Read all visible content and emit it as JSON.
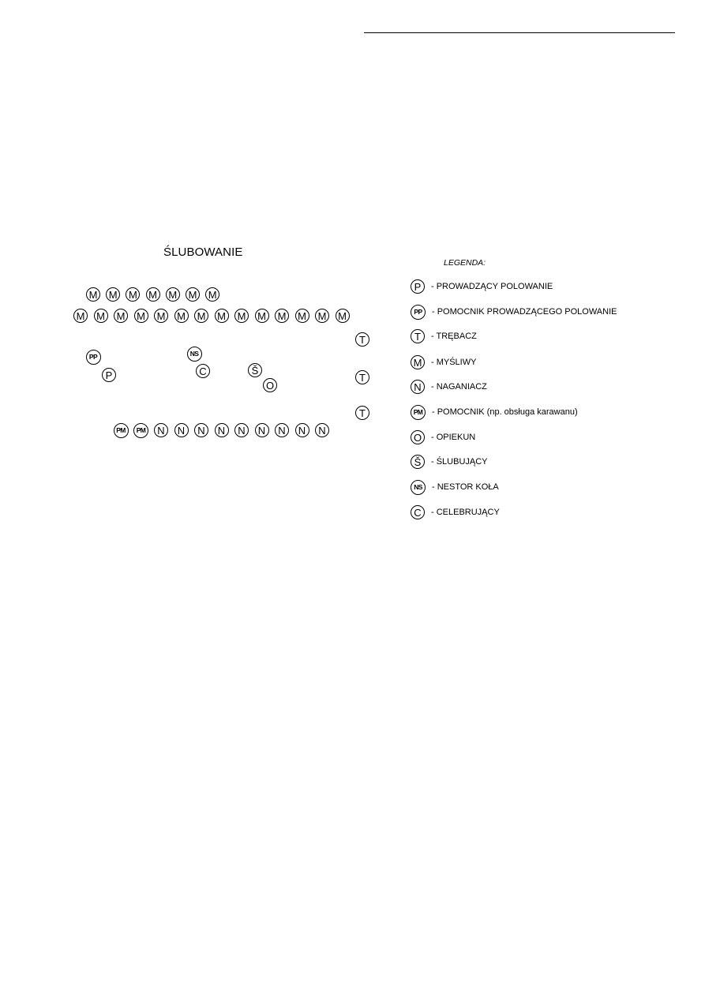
{
  "title": "ŚLUBOWANIE",
  "legend": {
    "heading": "LEGENDA:",
    "items": [
      {
        "symbol": "P",
        "label": "- PROWADZĄCY POLOWANIE"
      },
      {
        "symbol": "PP",
        "label": "- POMOCNIK PROWADZĄCEGO POLOWANIE"
      },
      {
        "symbol": "T",
        "label": "- TRĘBACZ"
      },
      {
        "symbol": "M",
        "label": "- MYŚLIWY"
      },
      {
        "symbol": "N",
        "label": "- NAGANIACZ"
      },
      {
        "symbol": "PM",
        "label": "- POMOCNIK (np. obsługa karawanu)"
      },
      {
        "symbol": "O",
        "label": "- OPIEKUN"
      },
      {
        "symbol": "Š",
        "label": "- ŚLUBUJĄCY"
      },
      {
        "symbol": "NS",
        "label": "- NESTOR KOŁA"
      },
      {
        "symbol": "C",
        "label": "- CELEBRUJĄCY"
      }
    ]
  },
  "formation": {
    "hunters_row_1": [
      "M",
      "M",
      "M",
      "M",
      "M",
      "M",
      "M"
    ],
    "hunters_row_2": [
      "M",
      "M",
      "M",
      "M",
      "M",
      "M",
      "M",
      "M",
      "M",
      "M",
      "M",
      "M",
      "M",
      "M"
    ],
    "beaters_row": [
      "PM",
      "PM",
      "N",
      "N",
      "N",
      "N",
      "N",
      "N",
      "N",
      "N",
      "N"
    ],
    "trumpeters": [
      "T",
      "T",
      "T"
    ],
    "leader_assistant": "PP",
    "leader": "P",
    "nestor": "NS",
    "celebrant": "C",
    "oath_taker": "Š",
    "guardian": "O"
  }
}
